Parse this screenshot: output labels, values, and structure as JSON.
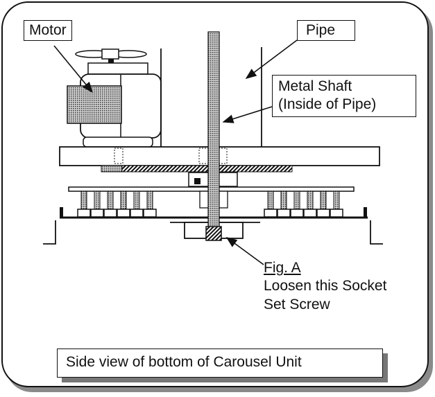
{
  "labels": {
    "motor": "Motor",
    "pipe": "Pipe",
    "shaft_line1": "Metal Shaft",
    "shaft_line2": "(Inside of Pipe)",
    "fig_title": "Fig. A",
    "fig_line1": "Loosen this Socket",
    "fig_line2": "Set Screw",
    "caption": "Side view of bottom of Carousel Unit"
  },
  "colors": {
    "line": "#111111",
    "shade": "#9a9a9a",
    "frame_shadow": "#777777"
  }
}
